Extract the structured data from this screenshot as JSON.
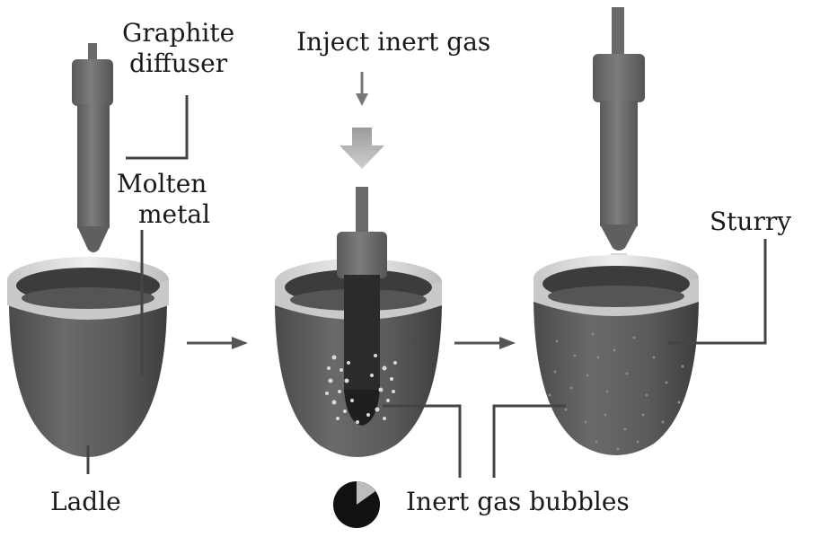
{
  "labels": {
    "graphite_diffuser_line1": "Graphite",
    "graphite_diffuser_line2": "diffuser",
    "molten_metal_line1": "Molten",
    "molten_metal_line2": "metal",
    "ladle": "Ladle",
    "inject_inert_gas": "Inject inert gas",
    "slurry": "Sturry",
    "inert_gas_bubbles": "Inert gas bubbles"
  },
  "colors": {
    "metal": "#5e5e5e",
    "metal_dark": "#3a3a3a",
    "rim": "#d6d6d6",
    "rod": "#6e6e6e",
    "arrow": "#555555",
    "text": "#1a1a1a"
  },
  "stages": [
    "stage-1-diffuser-above-ladle",
    "stage-2-gas-injection",
    "stage-3-slurry-formed"
  ]
}
